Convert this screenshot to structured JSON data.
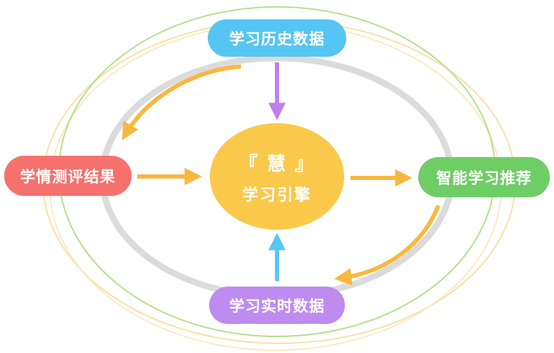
{
  "diagram": {
    "center_node": {
      "title": "『 慧 』",
      "subtitle": "学习引擎",
      "color": "#FAC84B"
    },
    "nodes": [
      {
        "id": "top",
        "label": "学习历史数据",
        "color": "#56C5F3"
      },
      {
        "id": "left",
        "label": "学情测评结果",
        "color": "#F5716E"
      },
      {
        "id": "right",
        "label": "智能学习推荐",
        "color": "#6FCD66"
      },
      {
        "id": "bottom",
        "label": "学习实时数据",
        "color": "#BE8BEF"
      }
    ],
    "arrows": {
      "top_to_center_color": "#C17FE9",
      "bottom_to_center_color": "#59C6F3",
      "left_to_center_color": "#F9B73F",
      "center_to_right_color": "#F9B73F",
      "curved_top_left_color": "#F9B73F",
      "curved_bottom_right_color": "#F9B73F"
    },
    "rings": {
      "gray": "#DBDBDB",
      "green": "#B5DF87",
      "yellow_outer": "#F7E0A6",
      "yellow_inner": "#FAE9C2"
    }
  }
}
